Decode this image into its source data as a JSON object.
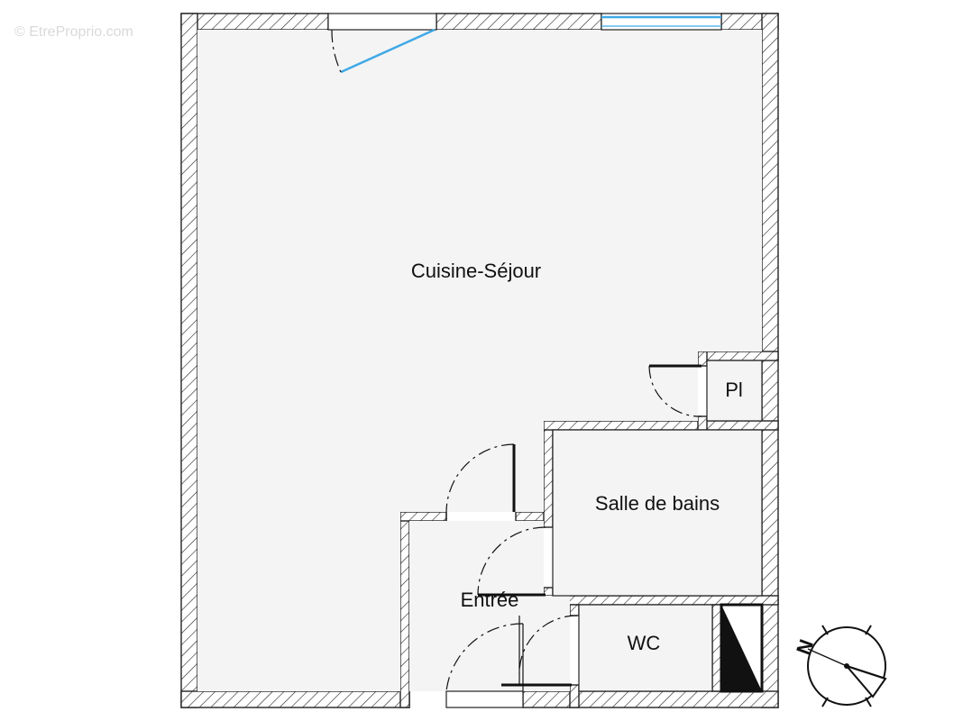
{
  "watermark": "© EtreProprio.com",
  "rooms": {
    "living": "Cuisine-Séjour",
    "closet": "Pl",
    "bathroom": "Salle de bains",
    "entry": "Entrée",
    "wc": "WC"
  },
  "compass": {
    "letter": "N"
  },
  "colors": {
    "floor": "#f4f4f4",
    "wall_hatch": "#222222",
    "window": "#3fa9e6",
    "text": "#111111"
  }
}
